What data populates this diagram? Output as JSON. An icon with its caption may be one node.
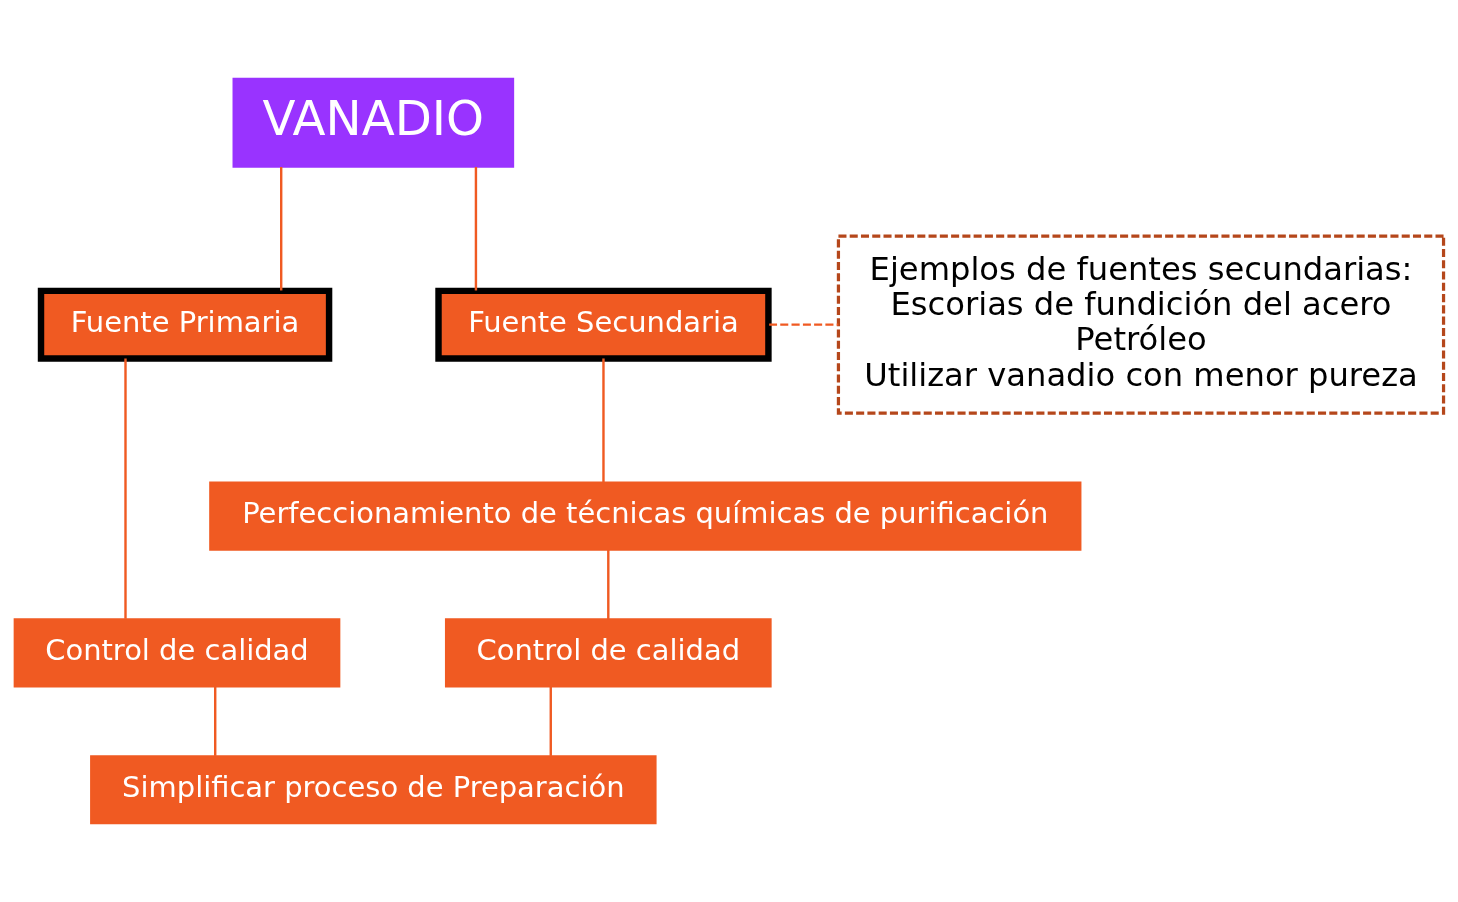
{
  "diagram": {
    "nodes": [
      {
        "text": [
          "VANADIO"
        ]
      },
      {
        "text": [
          "Fuente Primaria"
        ]
      },
      {
        "text": [
          "Fuente Secundaria"
        ]
      },
      {
        "text": [
          "Control de calidad"
        ]
      },
      {
        "text": [
          "Perfeccionamiento de técnicas químicas de purificación"
        ]
      },
      {
        "text": [
          "Control de calidad"
        ]
      },
      {
        "text": [
          "Simplificar proceso de Preparación"
        ]
      },
      {
        "text": [
          "Ejemplos de fuentes secundarias:",
          "Escorias de fundición del acero",
          "Petróleo",
          "Utilizar vanadio con menor pureza"
        ]
      }
    ],
    "edges": [
      {
        "from": 0,
        "to": 1,
        "arrow": "none"
      },
      {
        "from": 0,
        "to": 2,
        "arrow": "none"
      },
      {
        "from": 1,
        "to": 3,
        "arrow": "none"
      },
      {
        "from": 2,
        "to": 4,
        "arrow": "none"
      },
      {
        "from": 4,
        "to": 5,
        "arrow": "none"
      },
      {
        "from": 3,
        "to": 6,
        "arrow": "none"
      },
      {
        "from": 5,
        "to": 6,
        "arrow": "none"
      },
      {
        "from": 2,
        "to": 7,
        "arrow": "none",
        "style": "dashed"
      }
    ]
  }
}
